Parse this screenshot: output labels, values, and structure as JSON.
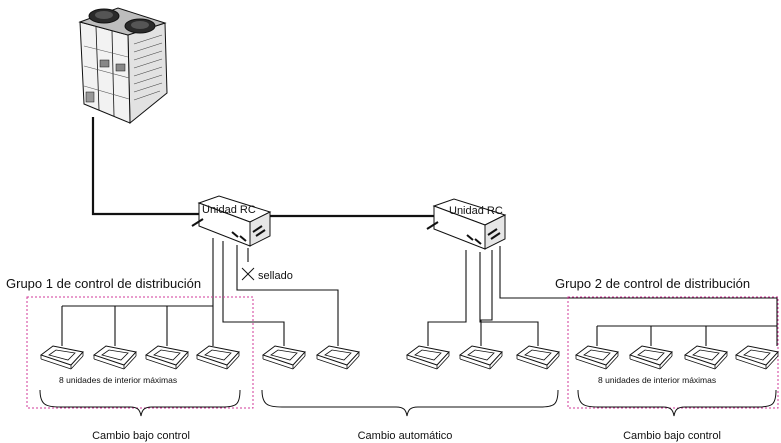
{
  "rc_units": [
    "Unidad RC",
    "Unidad RC"
  ],
  "sealed_label": "sellado",
  "group1_title": "Grupo 1 de control de distribución",
  "group2_title": "Grupo 2 de control de distribución",
  "group_capacity": [
    "8 unidades de interior máximas",
    "8 unidades de interior máximas"
  ],
  "brace_labels": [
    "Cambio bajo control",
    "Cambio automático",
    "Cambio bajo control"
  ],
  "colors": {
    "line": "#111111",
    "group_border": "#d13a9a"
  }
}
